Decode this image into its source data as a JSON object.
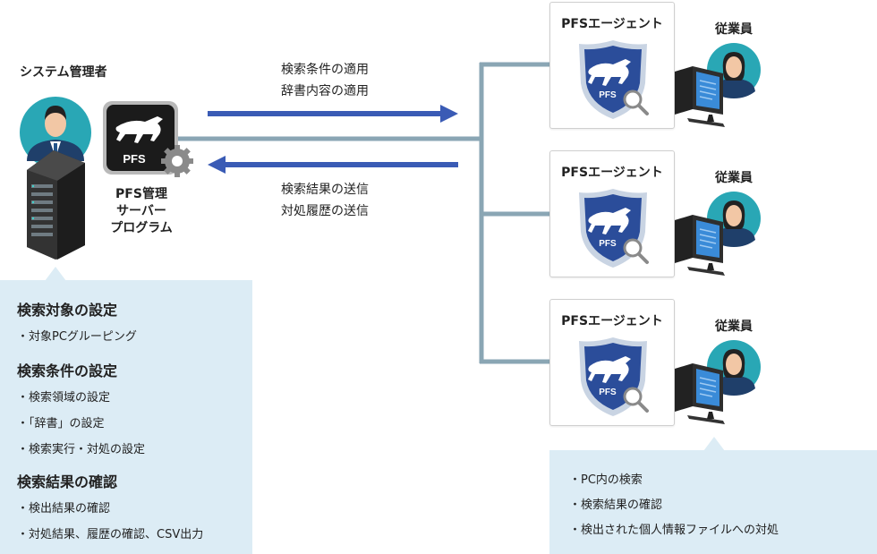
{
  "admin": {
    "title": "システム管理者"
  },
  "server_program": {
    "logo_text": "PFS",
    "label_lines": [
      "PFS管理",
      "サーバー",
      "プログラム"
    ]
  },
  "messages": {
    "to_agents": [
      "検索条件の適用",
      "辞書内容の適用"
    ],
    "to_server": [
      "検索結果の送信",
      "対処履歴の送信"
    ]
  },
  "agents": [
    {
      "title": "PFSエージェント",
      "logo_text": "PFS",
      "employee_label": "従業員"
    },
    {
      "title": "PFSエージェント",
      "logo_text": "PFS",
      "employee_label": "従業員"
    },
    {
      "title": "PFSエージェント",
      "logo_text": "PFS",
      "employee_label": "従業員"
    }
  ],
  "admin_panel": {
    "sections": [
      {
        "heading": "検索対象の設定",
        "items": [
          "・対象PCグルーピング"
        ]
      },
      {
        "heading": "検索条件の設定",
        "items": [
          "・検索領域の設定",
          "・「辞書」の設定",
          "・検索実行・対処の設定"
        ]
      },
      {
        "heading": "検索結果の確認",
        "items": [
          "・検出結果の確認",
          "・対処結果、履歴の確認、CSV出力"
        ]
      }
    ]
  },
  "employee_panel": {
    "items": [
      "・PC内の検索",
      "・検索結果の確認",
      "・検出された個人情報ファイルへの対処"
    ]
  },
  "colors": {
    "arrow": "#3a5bb5",
    "connector": "#8aa6b4",
    "panel": "#dcecf5",
    "avatar_bg": "#29a7b5",
    "shield": "#2b4d9a"
  }
}
